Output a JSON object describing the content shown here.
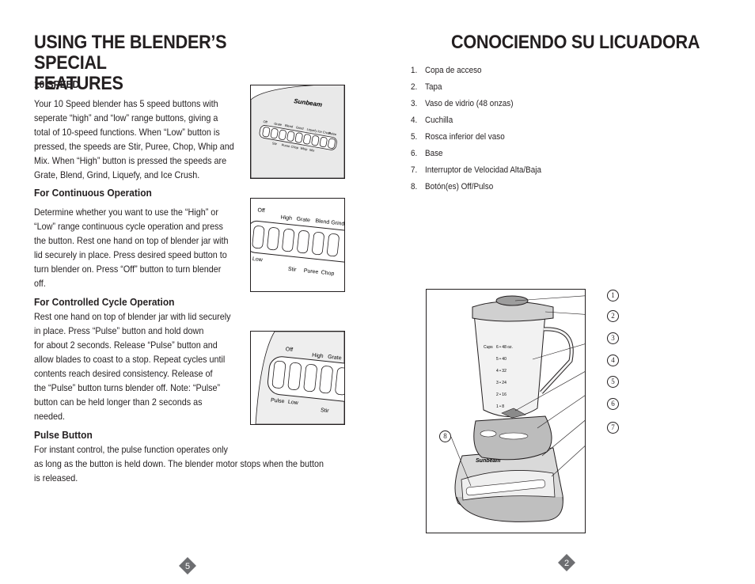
{
  "left": {
    "title_line1": "USING THE BLENDER’S SPECIAL",
    "title_line2": "FEATURES",
    "speed_heading": "10 SPEED",
    "speed_text": "Your 10 Speed blender has 5 speed buttons with\nseperate “high” and “low” range buttons, giving a\ntotal of 10-speed functions. When “Low” button is\npressed, the speeds are Stir, Puree, Chop, Whip and\nMix. When “High” button is pressed the speeds are\nGrate, Blend, Grind, Liquefy, and Ice Crush.",
    "continuous_heading": "For Continuous Operation",
    "continuous_text": "Determine whether you want to use the “High” or\n“Low” range continuous cycle operation and press\nthe button. Rest one hand on top of blender jar with\nlid securely in place. Press desired speed button to\nturn blender on. Press “Off” button to turn blender\noff.",
    "controlled_heading": "For Controlled Cycle Operation",
    "controlled_text": "Rest one hand on top of blender jar with lid securely\nin place. Press “Pulse” button and hold down\nfor about 2 seconds. Release “Pulse” button and\nallow blades to coast to a stop. Repeat cycles until\ncontents reach desired consistency. Release of\nthe “Pulse” button turns blender off. Note: “Pulse”\nbutton can be held longer than 2 seconds as\nneeded.",
    "pulse_heading": "Pulse Button",
    "pulse_text": "For instant control, the pulse function operates only\nas long as the button is held down. The blender motor stops when the button\nis released.",
    "page_number": "5"
  },
  "panel1": {
    "brand": "Sunbeam",
    "top_labels": [
      "Off",
      "Grate",
      "Blend",
      "Grind",
      "Liquefy",
      "Ice Crush",
      "Pulse"
    ],
    "bottom_labels": [
      "Stir",
      "Puree",
      "Chop",
      "Whip",
      "Mix"
    ]
  },
  "panel2": {
    "top_labels": [
      "Off",
      "High",
      "Grate",
      "Blend",
      "Grind"
    ],
    "bottom_labels": [
      "Low",
      "Stir",
      "Puree",
      "Chop"
    ]
  },
  "panel3": {
    "top_labels": [
      "Off",
      "High",
      "Grate"
    ],
    "bottom_labels": [
      "Pulse",
      "Low",
      "Stir"
    ]
  },
  "right": {
    "title": "CONOCIENDO SU LICUADORA",
    "items": [
      {
        "num": "1.",
        "text": "Copa de acceso"
      },
      {
        "num": "2.",
        "text": "Tapa"
      },
      {
        "num": "3.",
        "text": "Vaso de vidrio (48 onzas)"
      },
      {
        "num": "4.",
        "text": "Cuchilla"
      },
      {
        "num": "5.",
        "text": "Rosca inferior del vaso"
      },
      {
        "num": "6.",
        "text": "Base"
      },
      {
        "num": "7.",
        "text": "Interruptor de Velocidad Alta/Baja"
      },
      {
        "num": "8.",
        "text": "Botón(es) Off/Pulso"
      }
    ],
    "page_number": "2"
  },
  "diagram": {
    "brand": "Sunbeam",
    "jar_markings": [
      {
        "cups": "Cups",
        "oz": "6 • 48 oz."
      },
      {
        "cups": "",
        "oz": "5 • 40"
      },
      {
        "cups": "",
        "oz": "4 • 32"
      },
      {
        "cups": "",
        "oz": "3 • 24"
      },
      {
        "cups": "",
        "oz": "2 • 16"
      },
      {
        "cups": "",
        "oz": "1 • 8"
      }
    ],
    "callouts": [
      "1",
      "2",
      "3",
      "4",
      "5",
      "6",
      "7",
      "8"
    ]
  }
}
